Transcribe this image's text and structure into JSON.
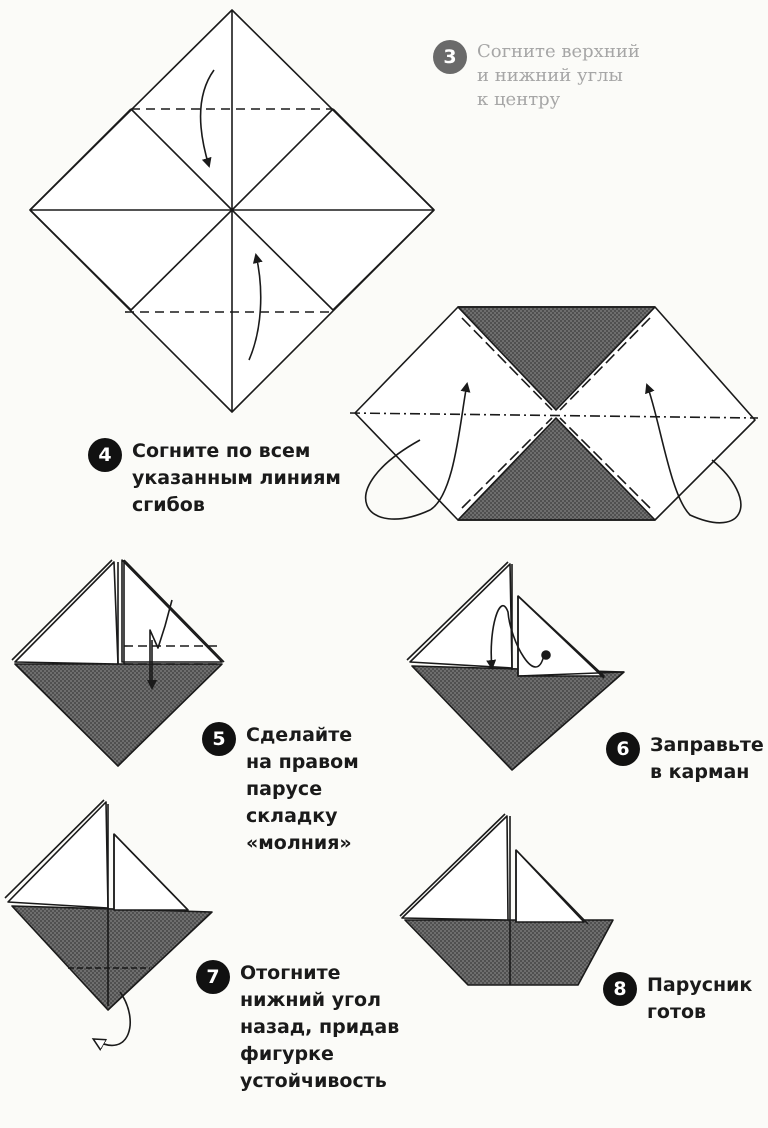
{
  "colors": {
    "line": "#1a1a1a",
    "shade": "#555555",
    "badge": "#111111",
    "faded_text": "#a6a6a6",
    "background": "#fbfbf8"
  },
  "steps": [
    {
      "number": "3",
      "text": "Согните верхний\nи нижний углы\nк центру"
    },
    {
      "number": "4",
      "text": "Согните по всем\nуказанным линиям\nсгибов"
    },
    {
      "number": "5",
      "text": "Сделайте\nна правом\nпарусе\nскладку\n«молния»"
    },
    {
      "number": "6",
      "text": "Заправьте\nв карман"
    },
    {
      "number": "7",
      "text": "Отогните\nнижний угол\nназад, придав\nфигурке\nустойчивость"
    },
    {
      "number": "8",
      "text": "Парусник\nготов"
    }
  ]
}
